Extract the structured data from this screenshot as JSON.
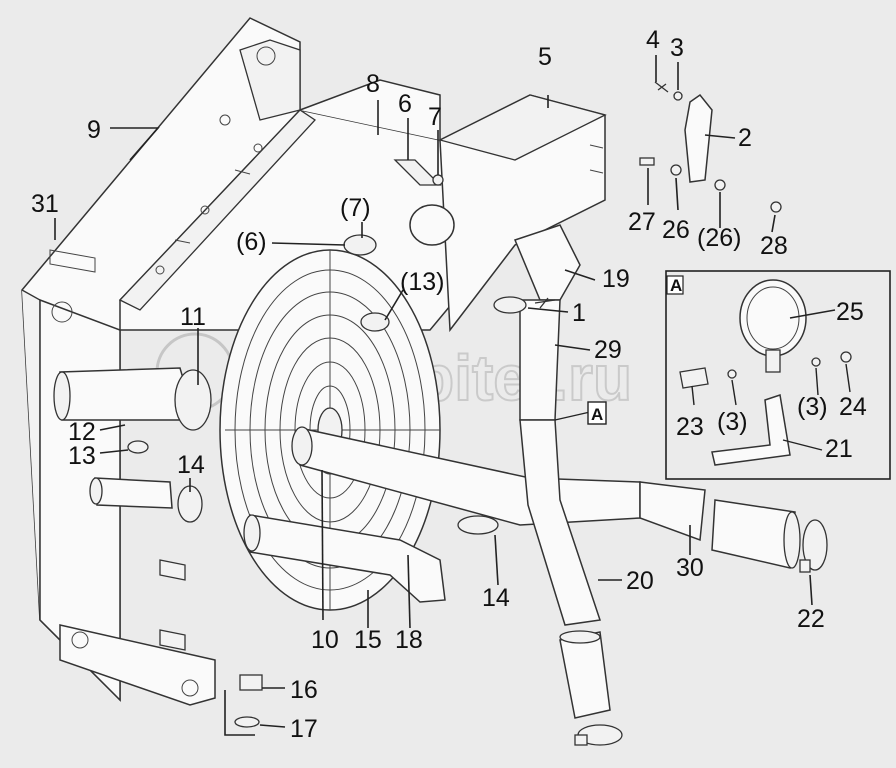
{
  "watermark": "autopiter.ru",
  "detail_view": {
    "tag": "A",
    "callout": "A"
  },
  "callouts": {
    "c1": "1",
    "c2": "2",
    "c3": "3",
    "c4": "4",
    "c5": "5",
    "c6": "6",
    "c7": "7",
    "c8": "8",
    "c9": "9",
    "c10": "10",
    "c12": "12",
    "c13": "13",
    "c14a": "14",
    "c14b": "14",
    "c15": "15",
    "c16": "16",
    "c17": "17",
    "c18": "18",
    "c19": "19",
    "c20": "20",
    "c21": "21",
    "c22": "22",
    "c23": "23",
    "c24": "24",
    "c25": "25",
    "c26": "26",
    "c26p": "(26)",
    "c27": "27",
    "c28": "28",
    "c29": "29",
    "c30": "30",
    "c31": "31",
    "c11": "11",
    "c6p": "(6)",
    "c7p": "(7)",
    "c13p": "(13)",
    "c3p_a": "(3)",
    "c3p_b": "(3)"
  }
}
